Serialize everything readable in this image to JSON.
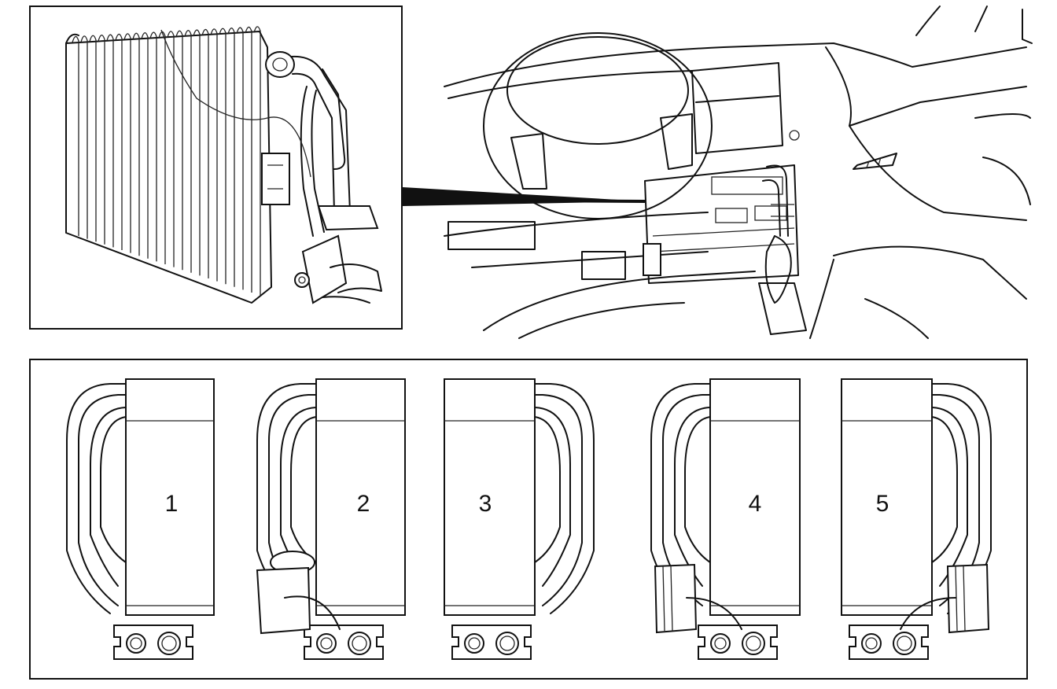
{
  "figure": {
    "panels": {
      "evaporator_detail": {},
      "dashboard_view": {},
      "variants": [
        {
          "label": "1",
          "side": "left",
          "fitting": "plain"
        },
        {
          "label": "2",
          "side": "left",
          "fitting": "valve"
        },
        {
          "label": "3",
          "side": "right",
          "fitting": "plain"
        },
        {
          "label": "4",
          "side": "left",
          "fitting": "block"
        },
        {
          "label": "5",
          "side": "right",
          "fitting": "block"
        }
      ]
    },
    "colors": {
      "line": "#111111",
      "background": "#ffffff"
    }
  }
}
